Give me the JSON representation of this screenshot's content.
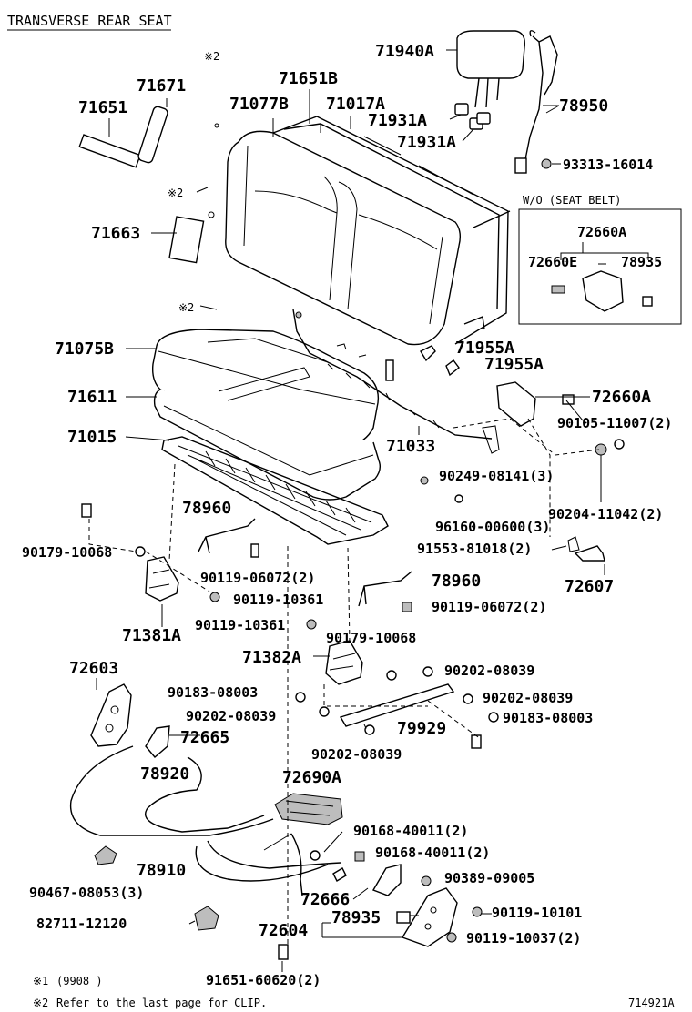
{
  "header": {
    "title": "TRANSVERSE REAR SEAT"
  },
  "inset_box": {
    "title": "W/O (SEAT BELT)",
    "labels": [
      "72660A",
      "72660E",
      "78935"
    ]
  },
  "part_labels": [
    "71940A",
    "78950",
    "93313-16014",
    "71651B",
    "71077B",
    "71017A",
    "71671",
    "71651",
    "71931A",
    "71931A",
    "71663",
    "71955A",
    "71955A",
    "71075B",
    "71611",
    "71015",
    "71033",
    "72660A",
    "90105-11007(2)",
    "90249-08141(3)",
    "90204-11042(2)",
    "96160-00600(3)",
    "91553-81018(2)",
    "72607",
    "78960",
    "90179-10068",
    "90119-06072(2)",
    "90119-10361",
    "78960",
    "90119-06072(2)",
    "71381A",
    "90119-10361",
    "90179-10068",
    "71382A",
    "72603",
    "90202-08039",
    "90183-08003",
    "90202-08039",
    "90202-08039",
    "90183-08003",
    "79929",
    "90202-08039",
    "72665",
    "78920",
    "72690A",
    "90168-40011(2)",
    "90168-40011(2)",
    "78910",
    "90389-09005",
    "90467-08053(3)",
    "72666",
    "78935",
    "90119-10101",
    "82711-12120",
    "72604",
    "90119-10037(2)",
    "91651-60620(2)"
  ],
  "clip_marks": [
    "※2",
    "※2",
    "※2"
  ],
  "footnotes": [
    {
      "mark": "※1",
      "text": "(9908      )"
    },
    {
      "mark": "※2",
      "text": "Refer to the last page for CLIP."
    }
  ],
  "diagram_id": "714921A"
}
